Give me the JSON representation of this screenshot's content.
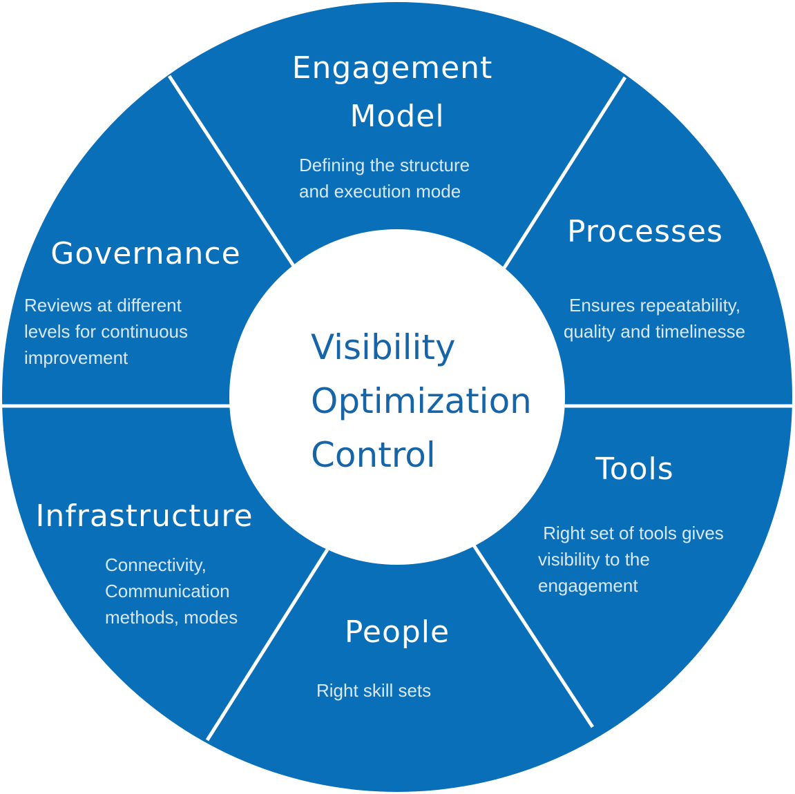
{
  "colors": {
    "segment": "#0a6fb9",
    "divider": "#ffffff",
    "center_fill": "#ffffff",
    "center_text": "#1565a8",
    "title": "#ffffff",
    "desc": "#d7e8f7"
  },
  "center": {
    "lines": [
      "Visibility",
      "Optimization",
      "Control"
    ]
  },
  "segments": [
    {
      "id": "engagement-model",
      "title": [
        "Engagement",
        "Model"
      ],
      "desc": [
        "Defining the structure",
        "and execution mode"
      ]
    },
    {
      "id": "processes",
      "title": [
        "Processes"
      ],
      "desc": [
        "Ensures repeatability,",
        "quality and timelinesse"
      ]
    },
    {
      "id": "tools",
      "title": [
        "Tools"
      ],
      "desc": [
        " Right set of tools gives",
        "visibility to the",
        "engagement"
      ]
    },
    {
      "id": "people",
      "title": [
        "People"
      ],
      "desc": [
        "Right skill sets"
      ]
    },
    {
      "id": "infrastructure",
      "title": [
        "Infrastructure"
      ],
      "desc": [
        "Connectivity,",
        "Communication",
        "methods, modes"
      ]
    },
    {
      "id": "governance",
      "title": [
        "Governance"
      ],
      "desc": [
        "Reviews at different",
        "levels for continuous",
        "improvement"
      ]
    }
  ]
}
